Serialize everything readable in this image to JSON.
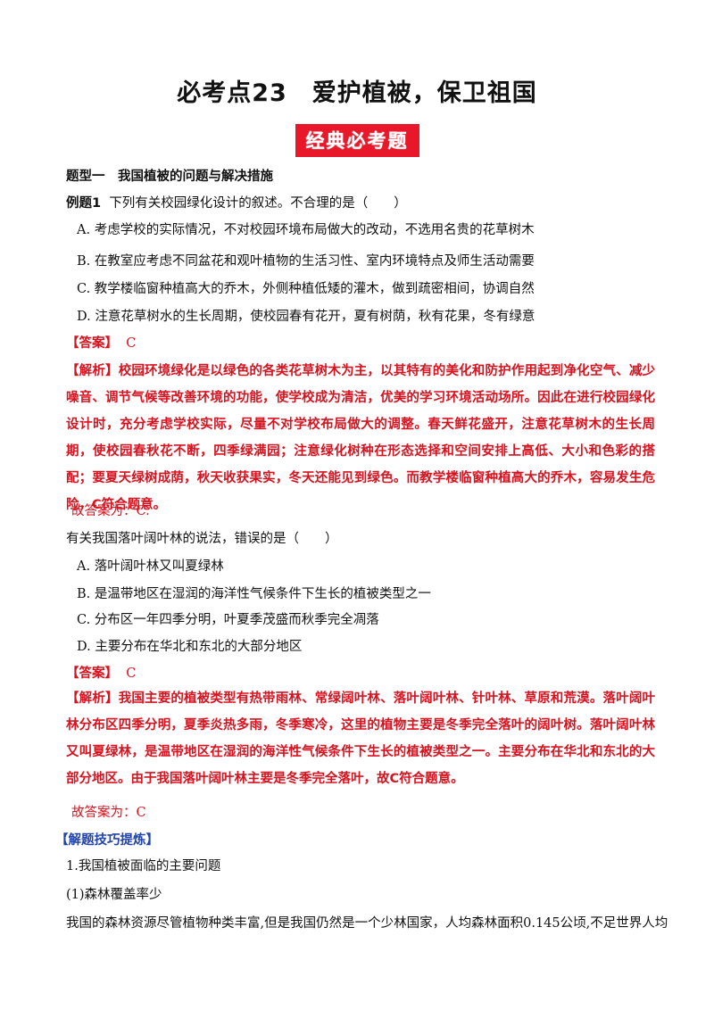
{
  "title": "必考点23　爱护植被，保卫祖国",
  "badge": "经典必考题",
  "section1": "题型一　我国植被的问题与解决措施",
  "ex1": {
    "label": "例题1",
    "question": "下列有关校园绿化设计的叙述。不合理的是（　　）",
    "options": [
      "A. 考虑学校的实际情况，不对校园环境布局做大的改动，不选用名贵的花草树木",
      "B. 在教室应考虑不同盆花和观叶植物的生活习性、室内环境特点及师生活动需要",
      "C. 教学楼临窗种植高大的乔木，外侧种植低矮的灌木，做到疏密相间，协调自然",
      "D. 注意花草树水的生长周期，使校园春有花开，夏有树荫，秋有花果，冬有绿意"
    ],
    "answer_label": "【答案】",
    "answer": "C",
    "analysis_label": "【解析】",
    "analysis": "校园环境绿化是以绿色的各类花草树木为主，以其特有的美化和防护作用起到净化空气、减少噪音、调节气候等改善环境的功能，使学校成为清洁，优美的学习环境活动场所。因此在进行校园绿化设计时，充分考虑学校实际，尽量不对学校布局做大的调整。春天鲜花盛开，注意花草树木的生长周期，使校园春秋花不断，四季绿满园；注意绿化树种在形态选择和空间安排上高低、大小和色彩的搭配；要夏天绿树成荫，秋天收获果实，冬天还能见到绿色。而教学楼临窗种植高大的乔木，容易发生危险，C符合题意。",
    "conclusion": "故答案为：C."
  },
  "ex2": {
    "question": "有关我国落叶阔叶林的说法，错误的是（　　）",
    "options": [
      "A. 落叶阔叶林又叫夏绿林",
      "B. 是温带地区在湿润的海洋性气候条件下生长的植被类型之一",
      "C. 分布区一年四季分明，叶夏季茂盛而秋季完全凋落",
      "D. 主要分布在华北和东北的大部分地区"
    ],
    "answer_label": "【答案】",
    "answer": "C",
    "analysis_label": "【解析】",
    "analysis": "我国主要的植被类型有热带雨林、常绿阔叶林、落叶阔叶林、针叶林、草原和荒漠。落叶阔叶林分布区四季分明，夏季炎热多雨，冬季寒冷，这里的植物主要是冬季完全落叶的阔叶树。落叶阔叶林又叫夏绿林，是温带地区在湿润的海洋性气候条件下生长的植被类型之一。主要分布在华北和东北的大部分地区。由于我国落叶阔叶林主要是冬季完全落叶，故C符合题意。",
    "conclusion": "故答案为：C"
  },
  "tips": {
    "heading": "【解题技巧提炼】",
    "h1": "1.我国植被面临的主要问题",
    "h2": "(1)森林覆盖率少",
    "text": "我国的森林资源尽管植物种类丰富,但是我国仍然是一个少林国家，人均森林面积0.145公顷,不足世界人均"
  }
}
